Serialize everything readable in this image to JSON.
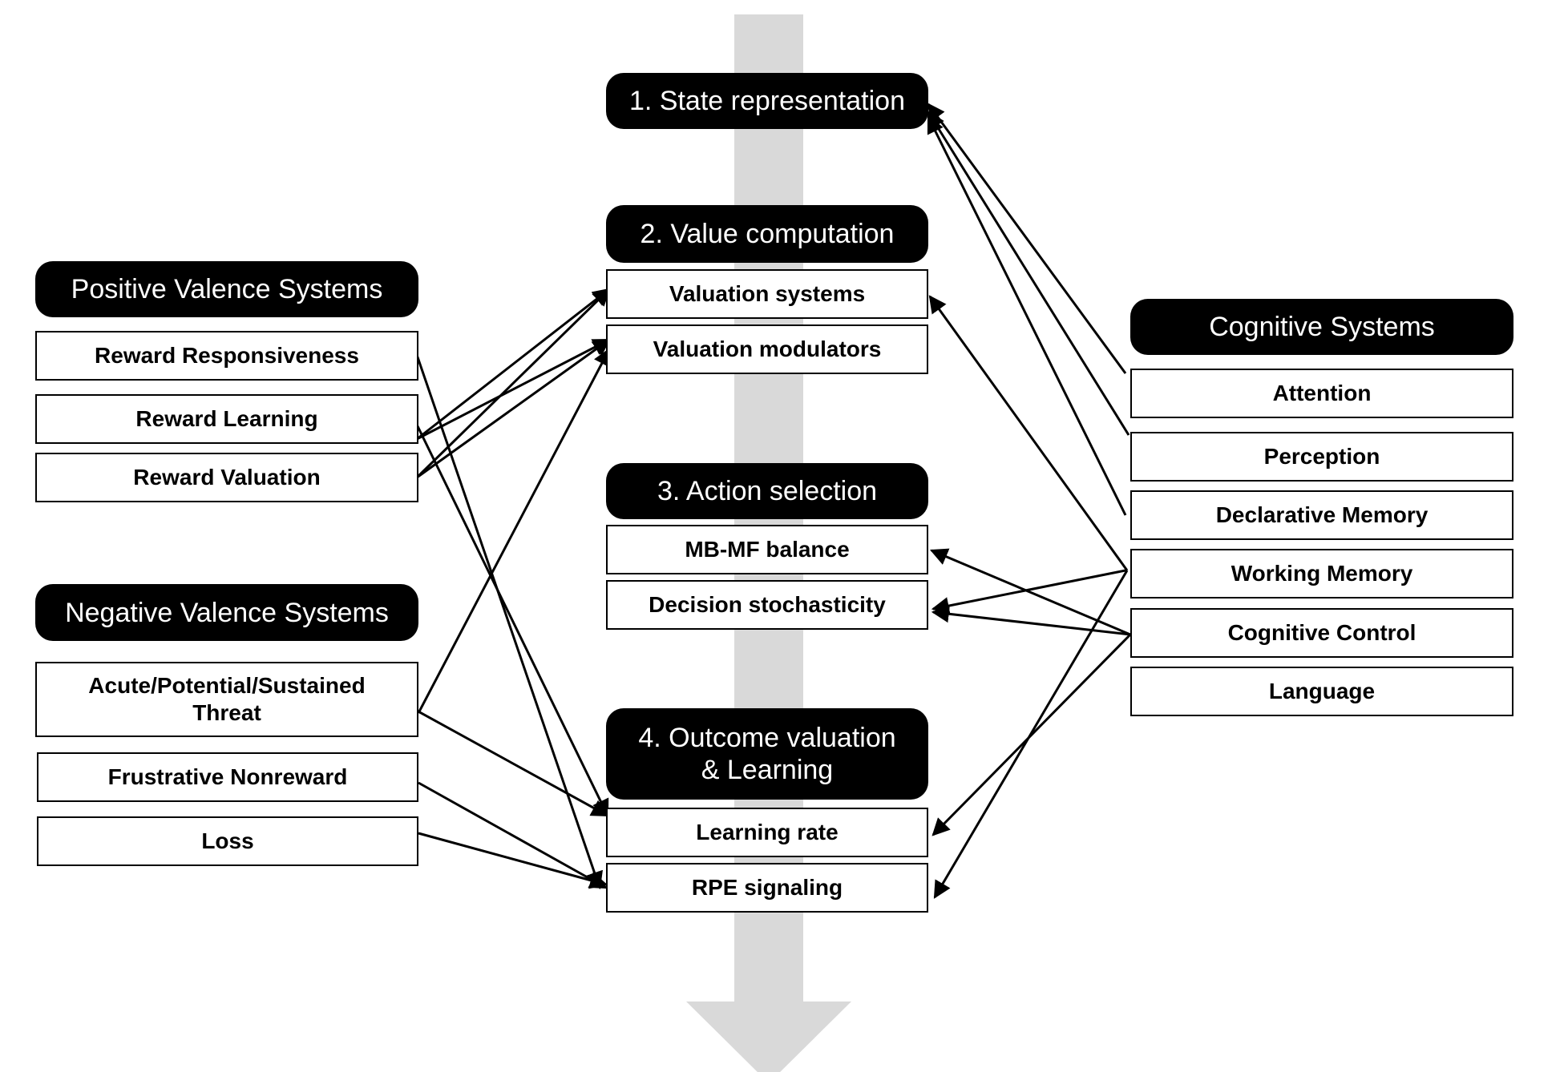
{
  "stages": [
    {
      "title": "1. State representation"
    },
    {
      "title": "2. Value computation",
      "items": [
        "Valuation systems",
        "Valuation modulators"
      ]
    },
    {
      "title": "3. Action selection",
      "items": [
        "MB-MF balance",
        "Decision stochasticity"
      ]
    },
    {
      "title": "4. Outcome valuation\n& Learning",
      "items": [
        "Learning rate",
        "RPE signaling"
      ]
    }
  ],
  "positive_valence": {
    "title": "Positive Valence Systems",
    "items": [
      "Reward Responsiveness",
      "Reward Learning",
      "Reward Valuation"
    ]
  },
  "negative_valence": {
    "title": "Negative Valence Systems",
    "items": [
      "Acute/Potential/Sustained\nThreat",
      "Frustrative Nonreward",
      "Loss"
    ]
  },
  "cognitive": {
    "title": "Cognitive Systems",
    "items": [
      "Attention",
      "Perception",
      "Declarative Memory",
      "Working Memory",
      "Cognitive Control",
      "Language"
    ]
  },
  "colors": {
    "arrow_shaft": "#d9d9d9",
    "header_fill": "#000000",
    "line": "#000000"
  }
}
